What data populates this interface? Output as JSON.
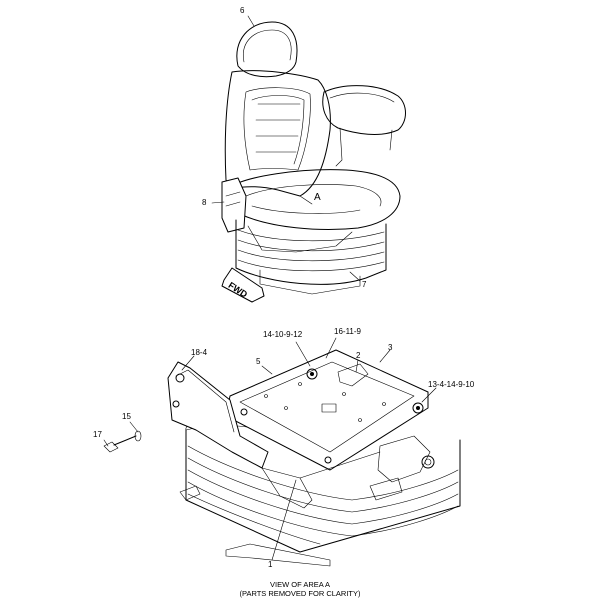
{
  "diagram": {
    "callouts": {
      "c6": "6",
      "c8": "8",
      "cA": "A",
      "c7": "7",
      "c14_10_9_12": "14-10-9-12",
      "c16_11_9": "16-11-9",
      "c18_4": "18-4",
      "c5": "5",
      "c2": "2",
      "c3": "3",
      "c13_4_14_9_10": "13-4-14-9-10",
      "c15": "15",
      "c17": "17",
      "c1": "1"
    },
    "fwd_label": "FWD",
    "caption_line1": "VIEW OF AREA  A",
    "caption_line2": "(PARTS REMOVED FOR CLARITY)"
  }
}
